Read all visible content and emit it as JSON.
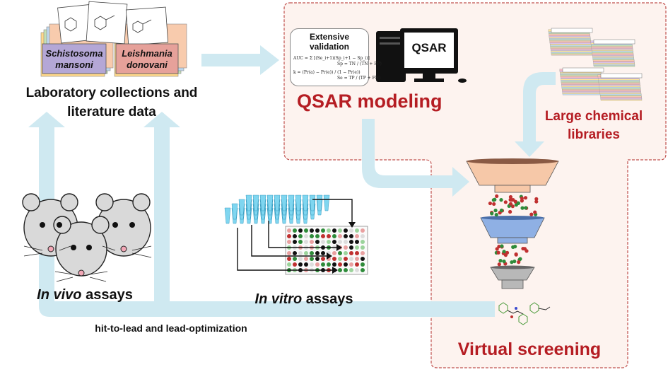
{
  "colors": {
    "arrow": "#cfe9f1",
    "region_bg": "#fdf3ef",
    "region_border": "#c0504d",
    "red_label": "#b51d23",
    "funnel_top": "#f6c8a8",
    "funnel_mid": "#8fb0e4",
    "funnel_bottom": "#b8b8b8"
  },
  "collections": {
    "book1_line1": "Schistosoma",
    "book1_line2": "mansoni",
    "book2_line1": "Leishmania",
    "book2_line2": "donovani",
    "title_line1": "Laboratory collections and",
    "title_line2": "literature data"
  },
  "qsar": {
    "card_title_line1": "Extensive",
    "card_title_line2": "validation",
    "formula_auc": "AUC = Σ [(Se_i+1)(Sp_i+1 − Sp_i)]",
    "formula_sp": "Sp = TN / (TN + FP)",
    "formula_k": "k = (Pr(a) − Pr(e)) / (1 − Pr(e))",
    "formula_se": "Se = TP / (TP + FN)",
    "monitor_text": "QSAR",
    "title": "QSAR modeling"
  },
  "libraries": {
    "title_line1": "Large chemical",
    "title_line2": "libraries"
  },
  "screening": {
    "title": "Virtual screening"
  },
  "assays": {
    "in_vivo_italic": "In vivo",
    "in_vivo_rest": " assays",
    "in_vitro_italic": "In vitro",
    "in_vitro_rest": " assays",
    "feedback_label": "hit-to-lead and lead-optimization"
  }
}
